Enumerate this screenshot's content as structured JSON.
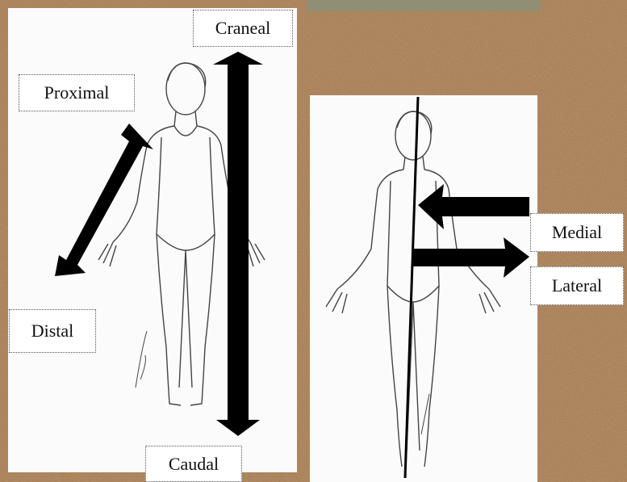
{
  "labels": {
    "craneal": "Craneal",
    "proximal": "Proximal",
    "distal": "Distal",
    "caudal": "Caudal",
    "medial": "Medial",
    "lateral": "Lateral"
  },
  "colors": {
    "cork": "#9a6f44",
    "panel": "#fbfbfb",
    "arrow": "#000000",
    "figure_line": "#444444"
  }
}
